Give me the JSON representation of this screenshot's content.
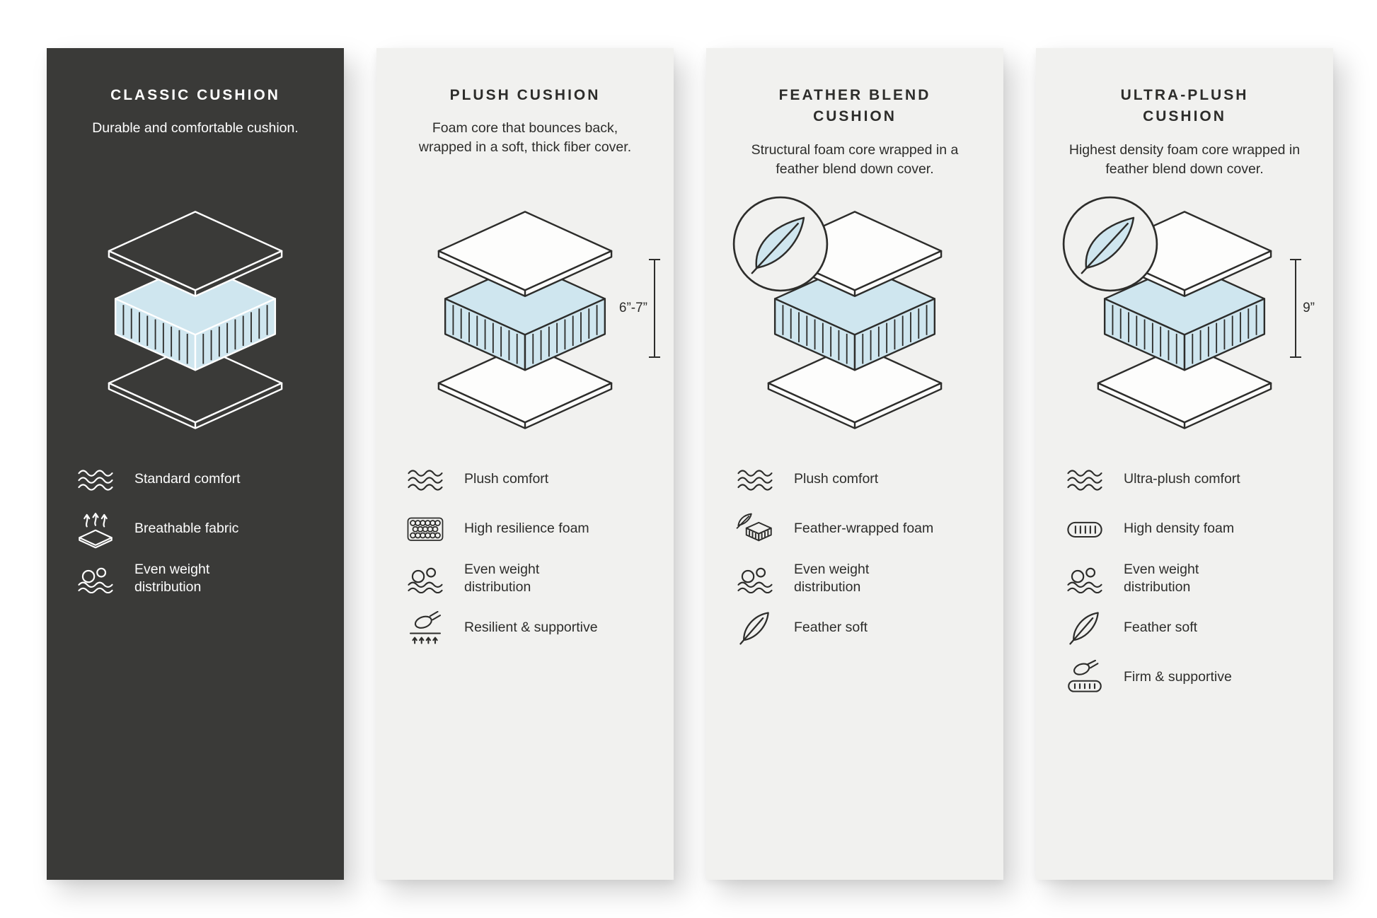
{
  "colors": {
    "page_background": "#ffffff",
    "dark_panel_bg": "#3a3a38",
    "light_panel_bg": "#f1f1ef",
    "foam_fill": "#cfe6ef",
    "line_ink": "#2d2d2b",
    "text_on_dark": "#ffffff"
  },
  "panels": [
    {
      "id": "classic",
      "theme": "dark",
      "title": "CLASSIC CUSHION",
      "description": "Durable and comfortable cushion.",
      "illustration": "layered-cushion-diagram",
      "features": [
        {
          "icon": "waves-icon",
          "label": "Standard comfort"
        },
        {
          "icon": "breathable-fabric-icon",
          "label": "Breathable fabric"
        },
        {
          "icon": "even-weight-icon",
          "label": "Even weight distribution"
        }
      ]
    },
    {
      "id": "plush",
      "theme": "light",
      "title": "PLUSH CUSHION",
      "description": "Foam core that bounces back, wrapped in a soft, thick fiber cover.",
      "illustration": "layered-cushion-diagram",
      "measurement": "6”-7”",
      "features": [
        {
          "icon": "waves-icon",
          "label": "Plush comfort"
        },
        {
          "icon": "foam-cells-icon",
          "label": "High resilience foam"
        },
        {
          "icon": "even-weight-icon",
          "label": "Even weight distribution"
        },
        {
          "icon": "hand-press-icon",
          "label": "Resilient & supportive"
        }
      ]
    },
    {
      "id": "feather-blend",
      "theme": "light",
      "title": "FEATHER BLEND CUSHION",
      "description": "Structural foam core wrapped in a feather blend down cover.",
      "illustration": "layered-cushion-diagram-with-feather-badge",
      "features": [
        {
          "icon": "waves-icon",
          "label": "Plush comfort"
        },
        {
          "icon": "feather-foam-icon",
          "label": "Feather-wrapped foam"
        },
        {
          "icon": "even-weight-icon",
          "label": "Even weight distribution"
        },
        {
          "icon": "feather-icon",
          "label": "Feather soft"
        }
      ]
    },
    {
      "id": "ultra-plush",
      "theme": "light",
      "title": "ULTRA-PLUSH CUSHION",
      "description": "Highest density foam core wrapped in feather blend down cover.",
      "illustration": "layered-cushion-diagram-with-feather-badge",
      "measurement": "9”",
      "features": [
        {
          "icon": "waves-icon",
          "label": "Ultra-plush comfort"
        },
        {
          "icon": "density-foam-icon",
          "label": "High density foam"
        },
        {
          "icon": "even-weight-icon",
          "label": "Even weight distribution"
        },
        {
          "icon": "feather-icon",
          "label": "Feather soft"
        },
        {
          "icon": "firm-support-icon",
          "label": "Firm & supportive"
        }
      ]
    }
  ]
}
